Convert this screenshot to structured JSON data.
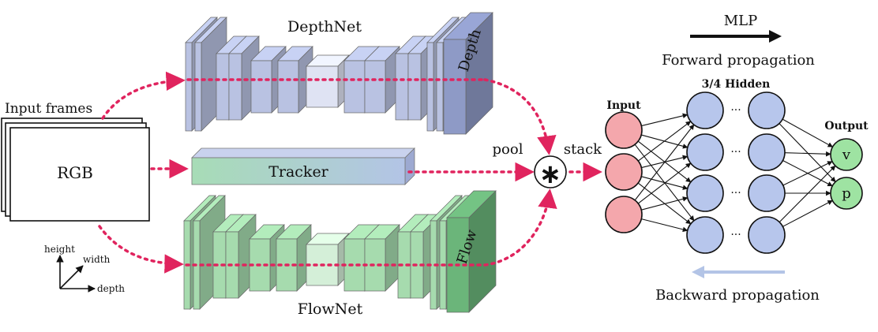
{
  "input": {
    "title": "Input frames",
    "frame_label": "RGB"
  },
  "axes": {
    "height": "height",
    "width": "width",
    "depth": "depth"
  },
  "depthnet": {
    "title": "DepthNet",
    "output_label": "Depth"
  },
  "tracker": {
    "label": "Tracker"
  },
  "flownet": {
    "title": "FlowNet",
    "output_label": "Flow"
  },
  "fusion": {
    "pool_label": "pool",
    "stack_label": "stack",
    "operator_symbol": "∗"
  },
  "mlp": {
    "title": "MLP",
    "forward_label": "Forward propagation",
    "backward_label": "Backward propagation",
    "hidden_label": "3/4 Hidden",
    "input_label": "Input",
    "output_label": "Output",
    "ellipsis": "···",
    "outputs": [
      "v",
      "p"
    ]
  },
  "colors": {
    "depth_fill": "#b9c2e2",
    "depth_side": "#8e9ac6",
    "flow_fill": "#a6dbae",
    "flow_side": "#6bb57a",
    "tracker_left": "#a7dcb6",
    "tracker_right": "#b3c4e6",
    "arrow_red": "#e0245e",
    "input_node": "#f4a7ac",
    "hidden_node": "#b7c6ec",
    "output_node": "#9ee3a2",
    "backward_arrow": "#b3c4e6"
  }
}
